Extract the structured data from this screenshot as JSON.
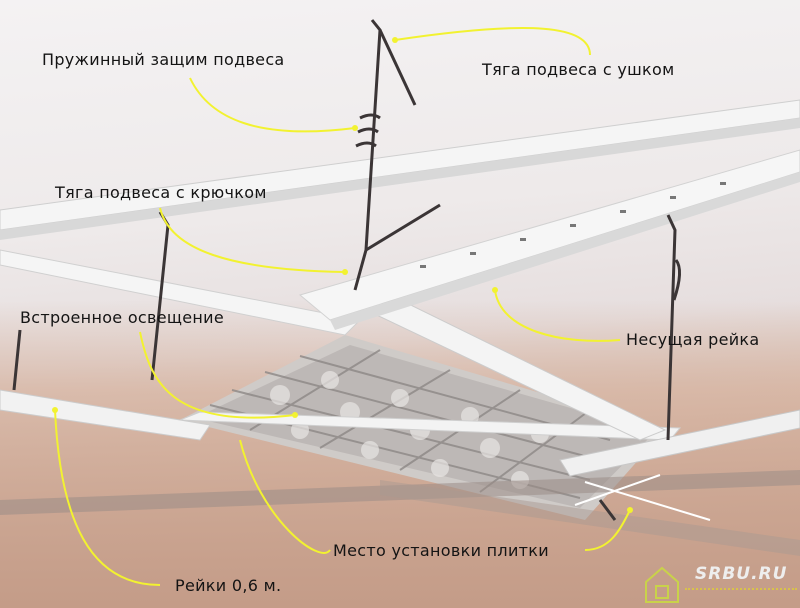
{
  "image": {
    "subject": "suspended ceiling grid with built-in lighting",
    "colors": {
      "ceiling": "#efecec",
      "wall": "#c9a898",
      "rails": "#f2f2f2",
      "arrows": "#f2f230",
      "label_text": "#141414"
    }
  },
  "annotations": [
    {
      "id": "spring-clip",
      "text": "Пружинный защим подвеса"
    },
    {
      "id": "eye-rod",
      "text": "Тяга подвеса с ушком"
    },
    {
      "id": "hook-rod",
      "text": "Тяга подвеса с крючком"
    },
    {
      "id": "built-in-light",
      "text": "Встроенное освещение"
    },
    {
      "id": "main-rail",
      "text": "Несущая рейка"
    },
    {
      "id": "tile-place",
      "text": "Место установки плитки"
    },
    {
      "id": "rails-06",
      "text": "Рейки 0,6 м."
    }
  ],
  "watermark": {
    "text": "SRBU.RU",
    "icon": "house-icon"
  }
}
